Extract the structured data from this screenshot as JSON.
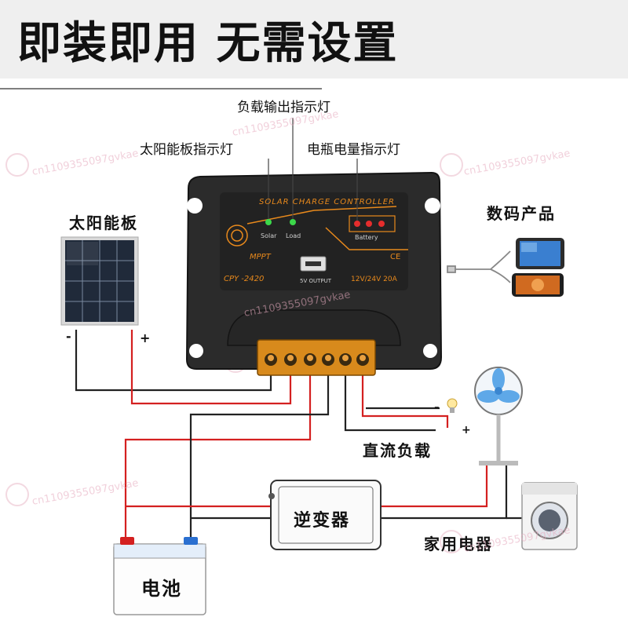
{
  "title": "即装即用 无需设置",
  "callouts": {
    "load_output_indicator": "负载输出指示灯",
    "solar_panel_indicator": "太阳能板指示灯",
    "battery_level_indicator": "电瓶电量指示灯"
  },
  "components": {
    "solar_panel": "太阳能板",
    "digital_products": "数码产品",
    "dc_load": "直流负载",
    "inverter": "逆变器",
    "home_appliances": "家用电器",
    "battery": "电池"
  },
  "controller": {
    "header": "SOLAR CHARGE CONTROLLER",
    "solar_led": "Solar",
    "load_led": "Load",
    "battery_led": "Battery",
    "brand": "MPPT",
    "model": "CPY -2420",
    "usb_label": "5V OUTPUT",
    "ce_mark": "CE",
    "rating": "12V/24V 20A"
  },
  "polarity": {
    "minus": "-",
    "plus": "+"
  },
  "watermark": "cn1109355097gvkae",
  "colors": {
    "wire_red": "#d42020",
    "wire_black": "#222222",
    "controller_body": "#2b2b2b",
    "accent_orange": "#e8891c",
    "led_green": "#3cd84a",
    "led_red": "#e52d2d"
  }
}
